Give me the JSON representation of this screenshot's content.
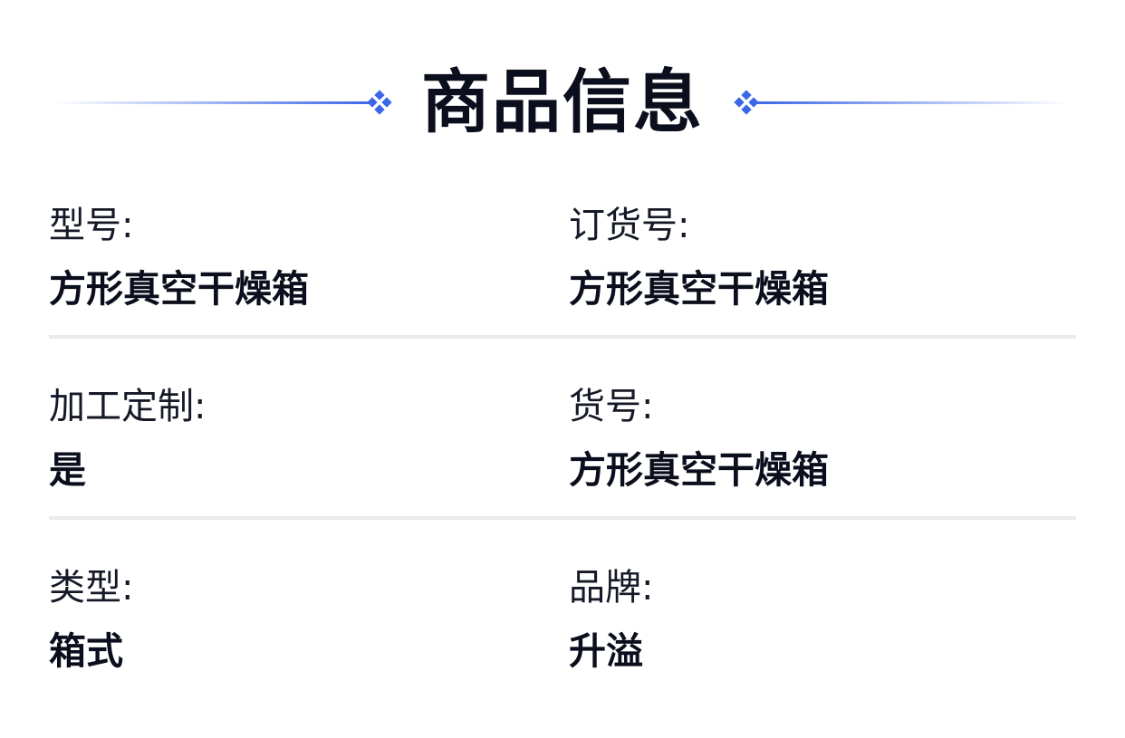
{
  "header": {
    "title": "商品信息",
    "accent_color": "#3b66e6",
    "left_icon": "diamond-cluster-icon",
    "right_icon": "diamond-cluster-icon"
  },
  "specs": {
    "rows": [
      [
        {
          "label": "型号:",
          "value": "方形真空干燥箱"
        },
        {
          "label": "订货号:",
          "value": "方形真空干燥箱"
        }
      ],
      [
        {
          "label": "加工定制:",
          "value": "是"
        },
        {
          "label": "货号:",
          "value": "方形真空干燥箱"
        }
      ],
      [
        {
          "label": "类型:",
          "value": "箱式"
        },
        {
          "label": "品牌:",
          "value": "升溢"
        }
      ]
    ]
  },
  "colors": {
    "text_primary": "#0b0e1c",
    "divider": "#ebebee",
    "background": "#ffffff"
  }
}
